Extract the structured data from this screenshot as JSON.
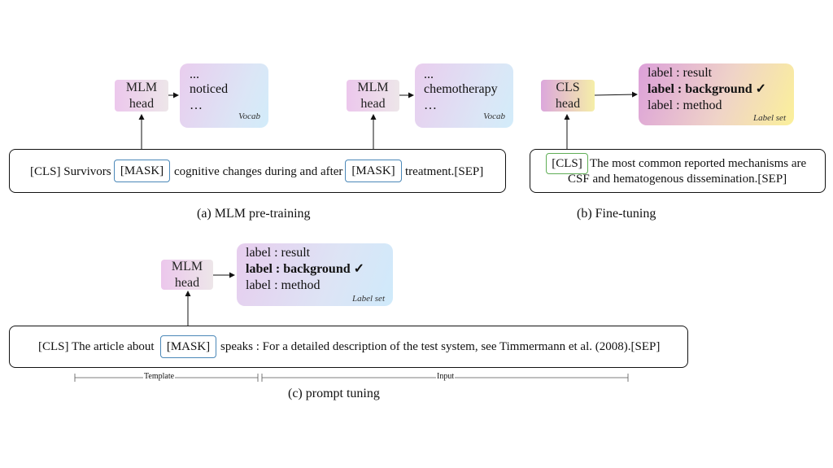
{
  "panel_a": {
    "head1": {
      "line1": "MLM",
      "line2": "head"
    },
    "vocab1": {
      "items": [
        "...",
        "noticed",
        "…"
      ],
      "tag": "Vocab"
    },
    "head2": {
      "line1": "MLM",
      "line2": "head"
    },
    "vocab2": {
      "items": [
        "...",
        "chemotherapy",
        "…"
      ],
      "tag": "Vocab"
    },
    "sentence": {
      "seg1": "[CLS] Survivors",
      "mask1": "[MASK]",
      "seg2": "cognitive changes during and after",
      "mask2": "[MASK]",
      "seg3": "treatment.[SEP]"
    },
    "caption": "(a) MLM pre-training"
  },
  "panel_b": {
    "head": {
      "line1": "CLS",
      "line2": "head"
    },
    "labels": {
      "l1": "label : result",
      "l2": "label : background ✓",
      "l3": "label : method",
      "tag": "Label set"
    },
    "sentence": {
      "cls": "[CLS]",
      "line1": "The most common reported mechanisms are",
      "line2": "CSF and hematogenous dissemination.[SEP]"
    },
    "caption": "(b) Fine-tuning"
  },
  "panel_c": {
    "head": {
      "line1": "MLM",
      "line2": "head"
    },
    "labels": {
      "l1": "label : result",
      "l2": "label : background ✓",
      "l3": "label : method",
      "tag": "Label set"
    },
    "sentence": {
      "seg1": "[CLS] The article about",
      "mask": "[MASK]",
      "seg2": "speaks : For a detailed description of the test system, see Timmermann et al. (2008).[SEP]"
    },
    "brace": {
      "template": "Template",
      "input": "Input"
    },
    "caption": "(c) prompt tuning"
  }
}
